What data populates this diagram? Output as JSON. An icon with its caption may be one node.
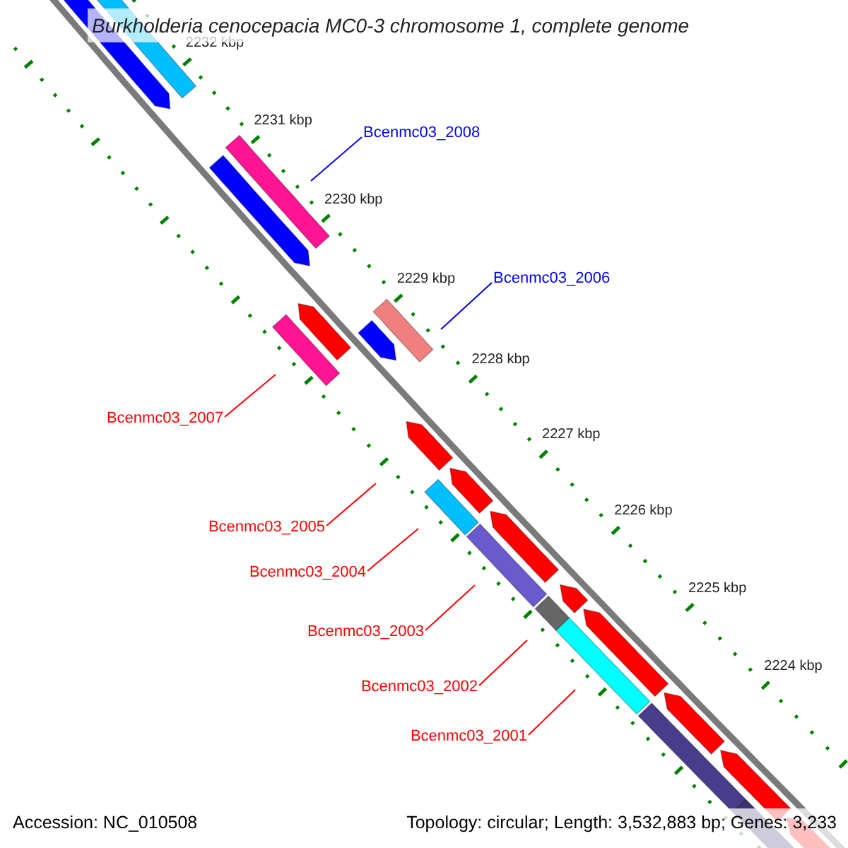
{
  "diagram": {
    "title": "Burkholderia cenocepacia MC0-3 chromosome 1, complete genome",
    "nodes": [
      {
        "text": [
          "Bcenmc03_2008"
        ]
      },
      {
        "text": [
          "Bcenmc03_2006"
        ]
      },
      {
        "text": [
          "Bcenmc03_2007"
        ]
      },
      {
        "text": [
          "Bcenmc03_2005"
        ]
      },
      {
        "text": [
          "Bcenmc03_2004"
        ]
      },
      {
        "text": [
          "Bcenmc03_2003"
        ]
      },
      {
        "text": [
          "Bcenmc03_2002"
        ]
      },
      {
        "text": [
          "Bcenmc03_2001"
        ]
      }
    ],
    "edges": [
      {
        "from": 0,
        "to": null,
        "arrow": "none",
        "color": "#0000ff"
      },
      {
        "from": 1,
        "to": null,
        "arrow": "none",
        "color": "#0000ff"
      },
      {
        "from": 2,
        "to": null,
        "arrow": "none"
      },
      {
        "from": 3,
        "to": null,
        "arrow": "none"
      },
      {
        "from": 4,
        "to": null,
        "arrow": "none"
      },
      {
        "from": 5,
        "to": null,
        "arrow": "none"
      },
      {
        "from": 6,
        "to": null,
        "arrow": "none"
      },
      {
        "from": 7,
        "to": null,
        "arrow": "none"
      }
    ],
    "labels": [
      "2232 kbp",
      "2231 kbp",
      "2230 kbp",
      "2229 kbp",
      "2228 kbp",
      "2227 kbp",
      "2226 kbp",
      "2225 kbp",
      "2224 kbp",
      "Accession: NC_010508",
      "Topology: circular; Length: 3,532,883 bp; Genes: 3,233"
    ]
  }
}
